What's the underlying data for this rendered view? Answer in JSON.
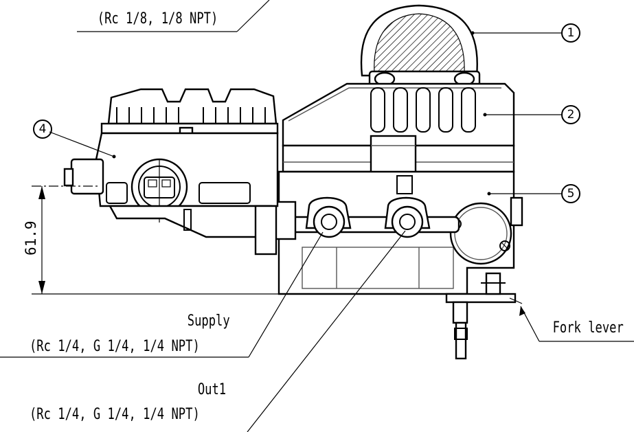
{
  "labels": {
    "top_port": "(Rc 1/8, 1/8 NPT)",
    "supply_title": "Supply",
    "supply_spec": "(Rc 1/4, G 1/4, 1/4 NPT)",
    "out1_title": "Out1",
    "out1_spec": "(Rc 1/4, G 1/4, 1/4 NPT)",
    "fork_lever": "Fork lever"
  },
  "dimension": {
    "value": "61.9"
  },
  "callouts": [
    "1",
    "2",
    "4",
    "5"
  ]
}
